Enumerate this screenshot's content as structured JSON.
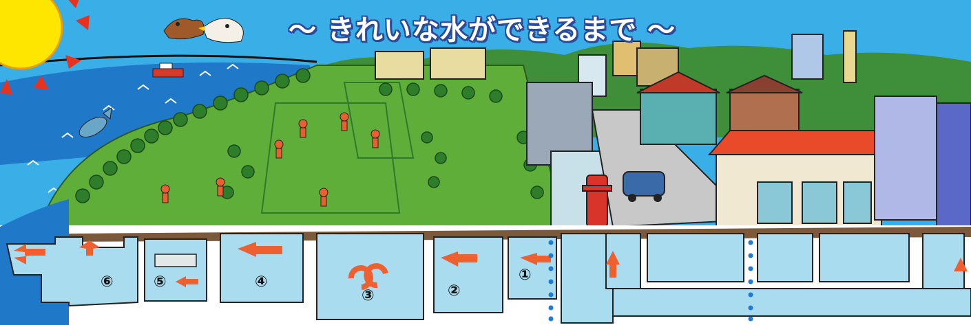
{
  "title": "～ きれいな水ができるまで ～",
  "stages": [
    {
      "id": "6",
      "label": "⑥"
    },
    {
      "id": "5",
      "label": "⑤"
    },
    {
      "id": "4",
      "label": "④"
    },
    {
      "id": "3",
      "label": "③"
    },
    {
      "id": "2",
      "label": "②"
    },
    {
      "id": "1",
      "label": "①"
    }
  ],
  "colors": {
    "sky": "#3aaee6",
    "sea": "#1f78c8",
    "park": "#5fae3a",
    "soil": "#7a5a3a",
    "pipe": "#a9dcef",
    "arrow": "#ee6030",
    "sun": "#ffe600",
    "sun_rays": "#e8321e",
    "divider_dots": "#1e7ad8"
  }
}
